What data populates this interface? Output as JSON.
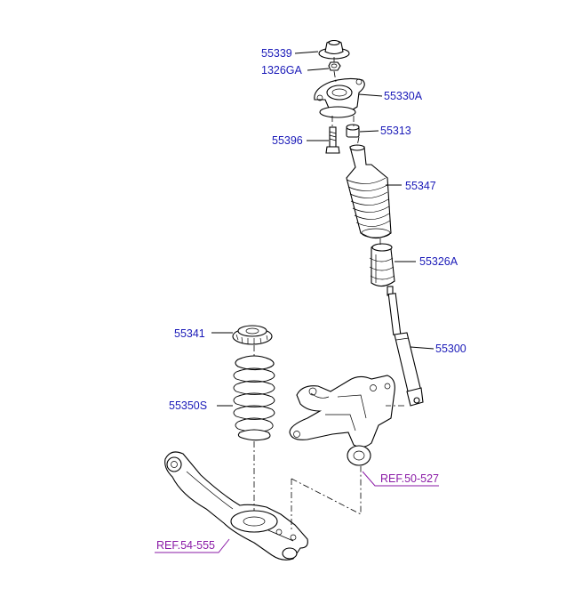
{
  "parts": [
    {
      "id": "top-mount-cap",
      "number": "55339"
    },
    {
      "id": "nut",
      "number": "1326GA"
    },
    {
      "id": "mount-bracket",
      "number": "55330A"
    },
    {
      "id": "bushing",
      "number": "55313"
    },
    {
      "id": "bolt",
      "number": "55396"
    },
    {
      "id": "dust-cover",
      "number": "55347"
    },
    {
      "id": "bump-stopper",
      "number": "55326A"
    },
    {
      "id": "shock-absorber",
      "number": "55300"
    },
    {
      "id": "spring-pad",
      "number": "55341"
    },
    {
      "id": "coil-spring",
      "number": "55350S"
    }
  ],
  "references": [
    {
      "id": "knuckle-ref",
      "text": "REF.50-527"
    },
    {
      "id": "lower-arm-ref",
      "text": "REF.54-555"
    }
  ]
}
